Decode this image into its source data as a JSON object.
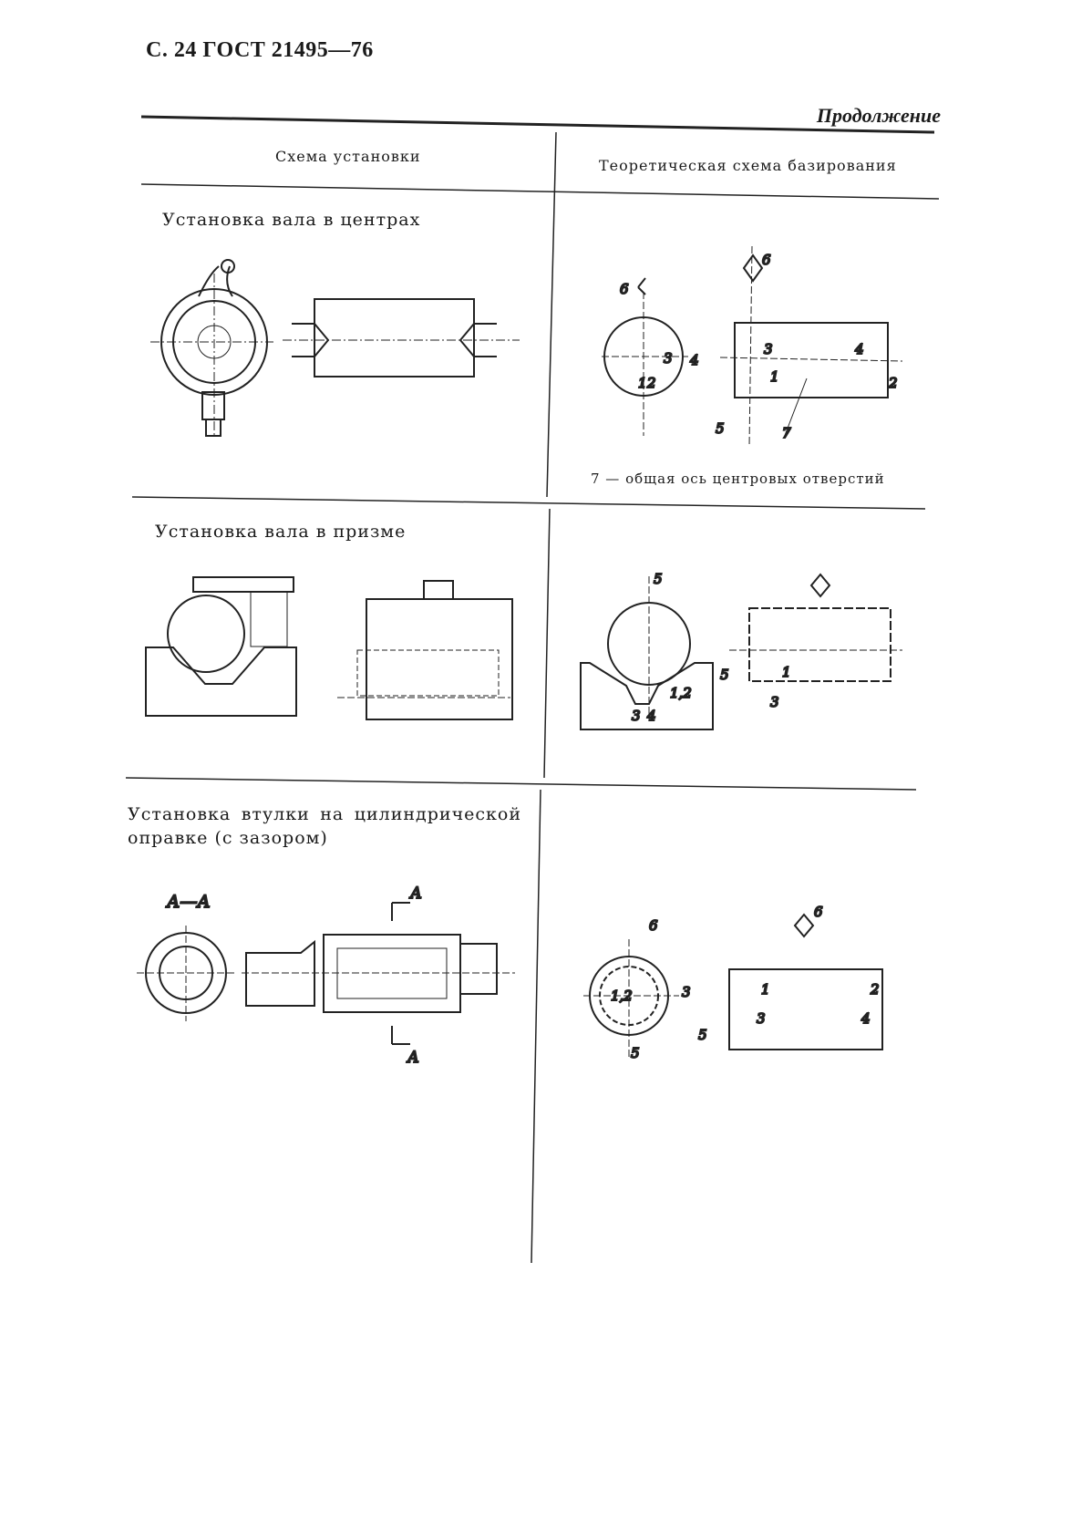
{
  "header": {
    "page_ref": "С. 24 ГОСТ 21495—76",
    "continuation": "Продолжение"
  },
  "columns": {
    "left": "Схема установки",
    "right": "Теоретическая схема базирования"
  },
  "rows": [
    {
      "title": "Установка вала в центрах",
      "caption": "7 — общая ось центровых отверстий",
      "labels": [
        "6",
        "3",
        "4",
        "1",
        "2",
        "6",
        "3",
        "1",
        "4",
        "2",
        "5",
        "7"
      ]
    },
    {
      "title": "Установка вала в призме",
      "labels": [
        "5",
        "1,2",
        "3",
        "4",
        "5",
        "1",
        "3"
      ]
    },
    {
      "title": "Установка втулки на цилиндрической оправке (с зазором)",
      "section_labels": [
        "А—А",
        "А",
        "А"
      ],
      "labels": [
        "6",
        "1,2",
        "3",
        "5",
        "6",
        "1",
        "2",
        "3",
        "4",
        "5"
      ]
    }
  ]
}
